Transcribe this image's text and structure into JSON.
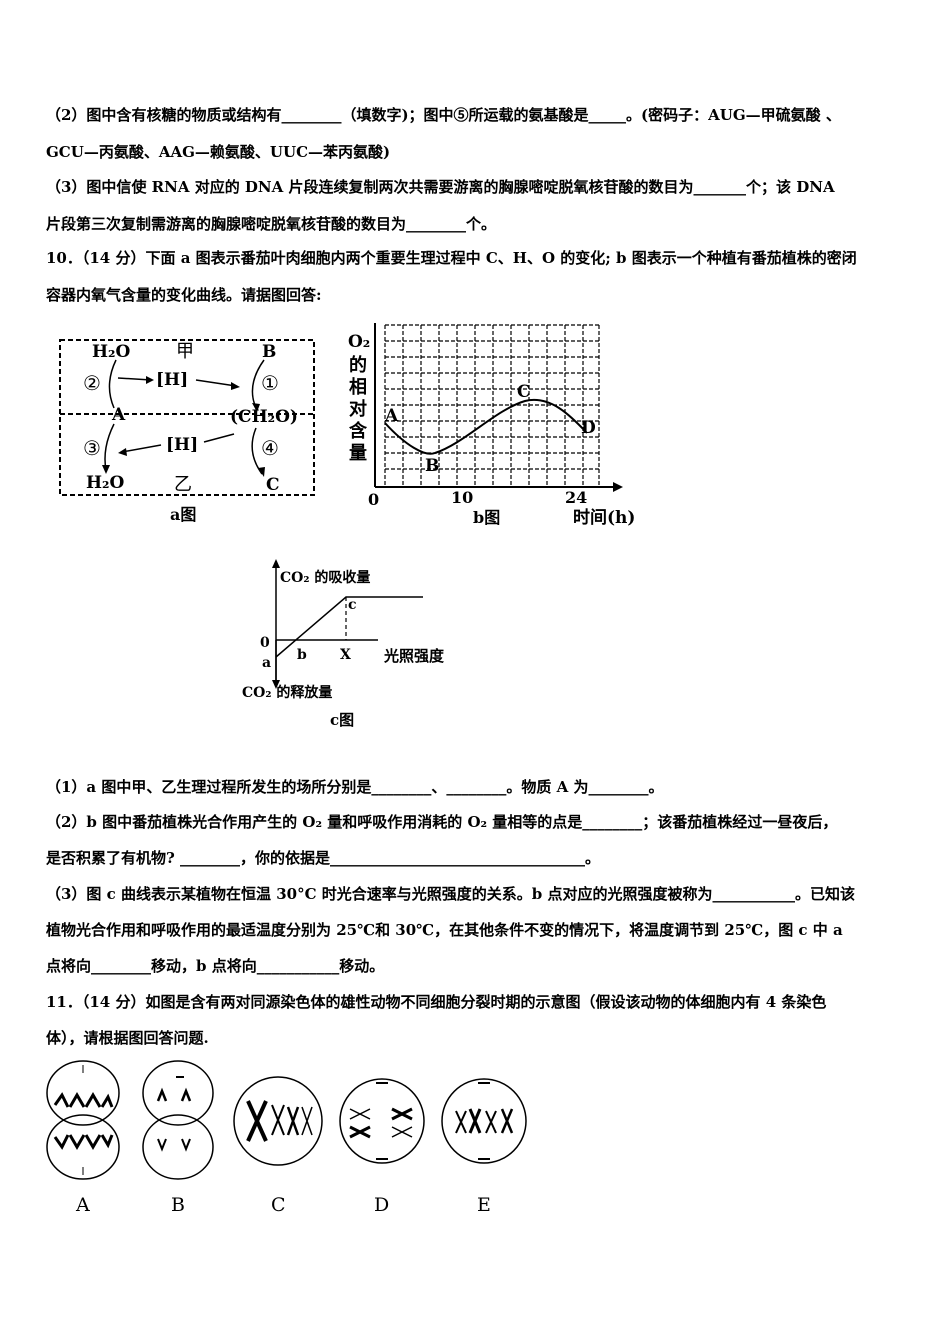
{
  "q9": {
    "p2a": "（2）图中含有核糖的物质或结构有________（填数字)；图中⑤所运载的氨基酸是_____。(密码子：AUG—甲硫氨酸 、",
    "p2b": "GCU—丙氨酸、AAG—赖氨酸、UUC—苯丙氨酸)",
    "p3a": "（3）图中信使 RNA 对应的 DNA 片段连续复制两次共需要游离的胸腺嘧啶脱氧核苷酸的数目为_______个；该 DNA",
    "p3b": "片段第三次复制需游离的胸腺嘧啶脱氧核苷酸的数目为________个。"
  },
  "q10": {
    "head_a": "10．（14 分）下面 a 图表示番茄叶肉细胞内两个重要生理过程中 C、H、O 的变化; b 图表示一个种植有番茄植株的密闭",
    "head_b": "容器内氧气含量的变化曲线。请据图回答:",
    "fig_a": {
      "h2o_top": "H₂O",
      "jia": "甲",
      "B": "B",
      "n2": "②",
      "h1": "[H]",
      "n1": "①",
      "A": "A",
      "ch2o": "(CH₂O)",
      "n3": "③",
      "h2": "[H]",
      "n4": "④",
      "h2o_bot": "H₂O",
      "yi": "乙",
      "C": "C",
      "caption": "a图"
    },
    "fig_b": {
      "ylabel": [
        "O₂",
        "的",
        "相",
        "对",
        "含",
        "量"
      ],
      "x0": "0",
      "x10": "10",
      "x24": "24",
      "xlabel": "时间(h)",
      "A": "A",
      "B": "B",
      "C": "C",
      "D": "D",
      "caption": "b图"
    },
    "fig_c": {
      "ytop": "CO₂ 的吸收量",
      "ybot": "CO₂ 的释放量",
      "zero": "0",
      "a": "a",
      "b": "b",
      "X": "X",
      "c": "c",
      "xlabel": "光照强度",
      "caption": "c图"
    },
    "p1": "（1）a 图中甲、乙生理过程所发生的场所分别是________、________。物质 A 为________。",
    "p2a": "（2）b 图中番茄植株光合作用产生的 O₂ 量和呼吸作用消耗的 O₂ 量相等的点是________；该番茄植株经过一昼夜后，",
    "p2b": "是否积累了有机物? ________，你的依据是__________________________________。",
    "p3a": "（3）图 c 曲线表示某植物在恒温 30°C 时光合速率与光照强度的关系。b 点对应的光照强度被称为___________。已知该",
    "p3b": "植物光合作用和呼吸作用的最适温度分别为 25℃和 30℃，在其他条件不变的情况下，将温度调节到 25℃，图 c 中 a",
    "p3c": "点将向________移动，b 点将向___________移动。"
  },
  "q11": {
    "head_a": "11．（14 分）如图是含有两对同源染色体的雄性动物不同细胞分裂时期的示意图（假设该动物的体细胞内有 4 条染色",
    "head_b": "体），请根据图回答问题.",
    "labels": [
      "A",
      "B",
      "C",
      "D",
      "E"
    ]
  }
}
